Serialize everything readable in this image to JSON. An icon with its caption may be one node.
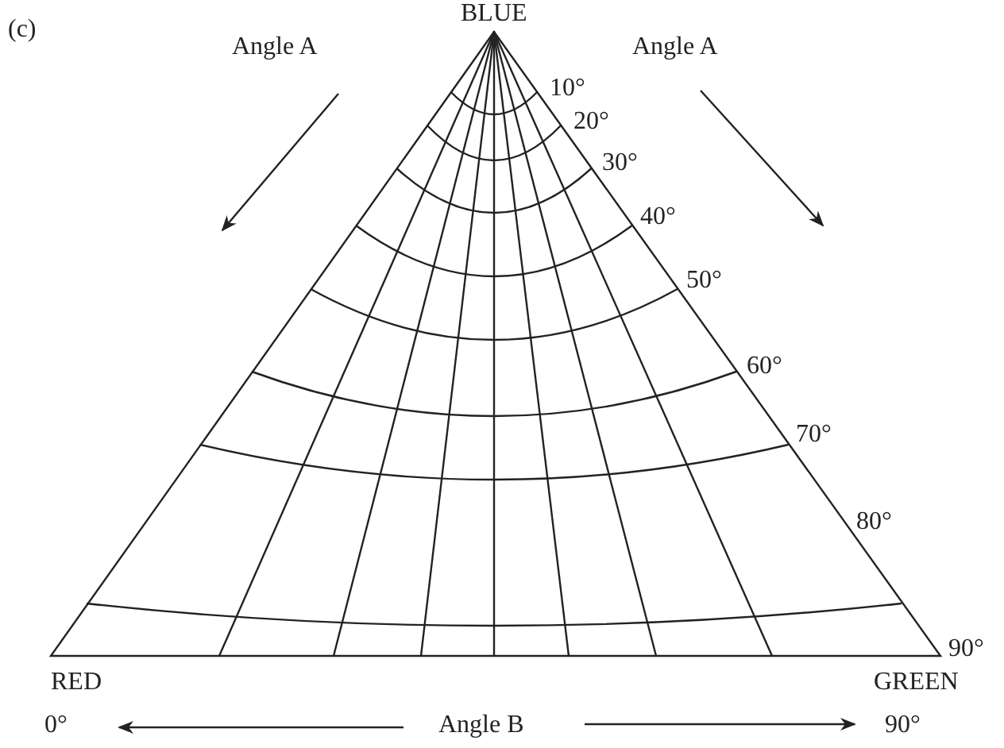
{
  "diagram": {
    "labels": [
      "(c)",
      "BLUE",
      "Angle A",
      "Angle A",
      "10°",
      "20°",
      "30°",
      "40°",
      "50°",
      "60°",
      "70°",
      "80°",
      "90°",
      "RED",
      "GREEN",
      "0°",
      "Angle B",
      "90°"
    ]
  }
}
